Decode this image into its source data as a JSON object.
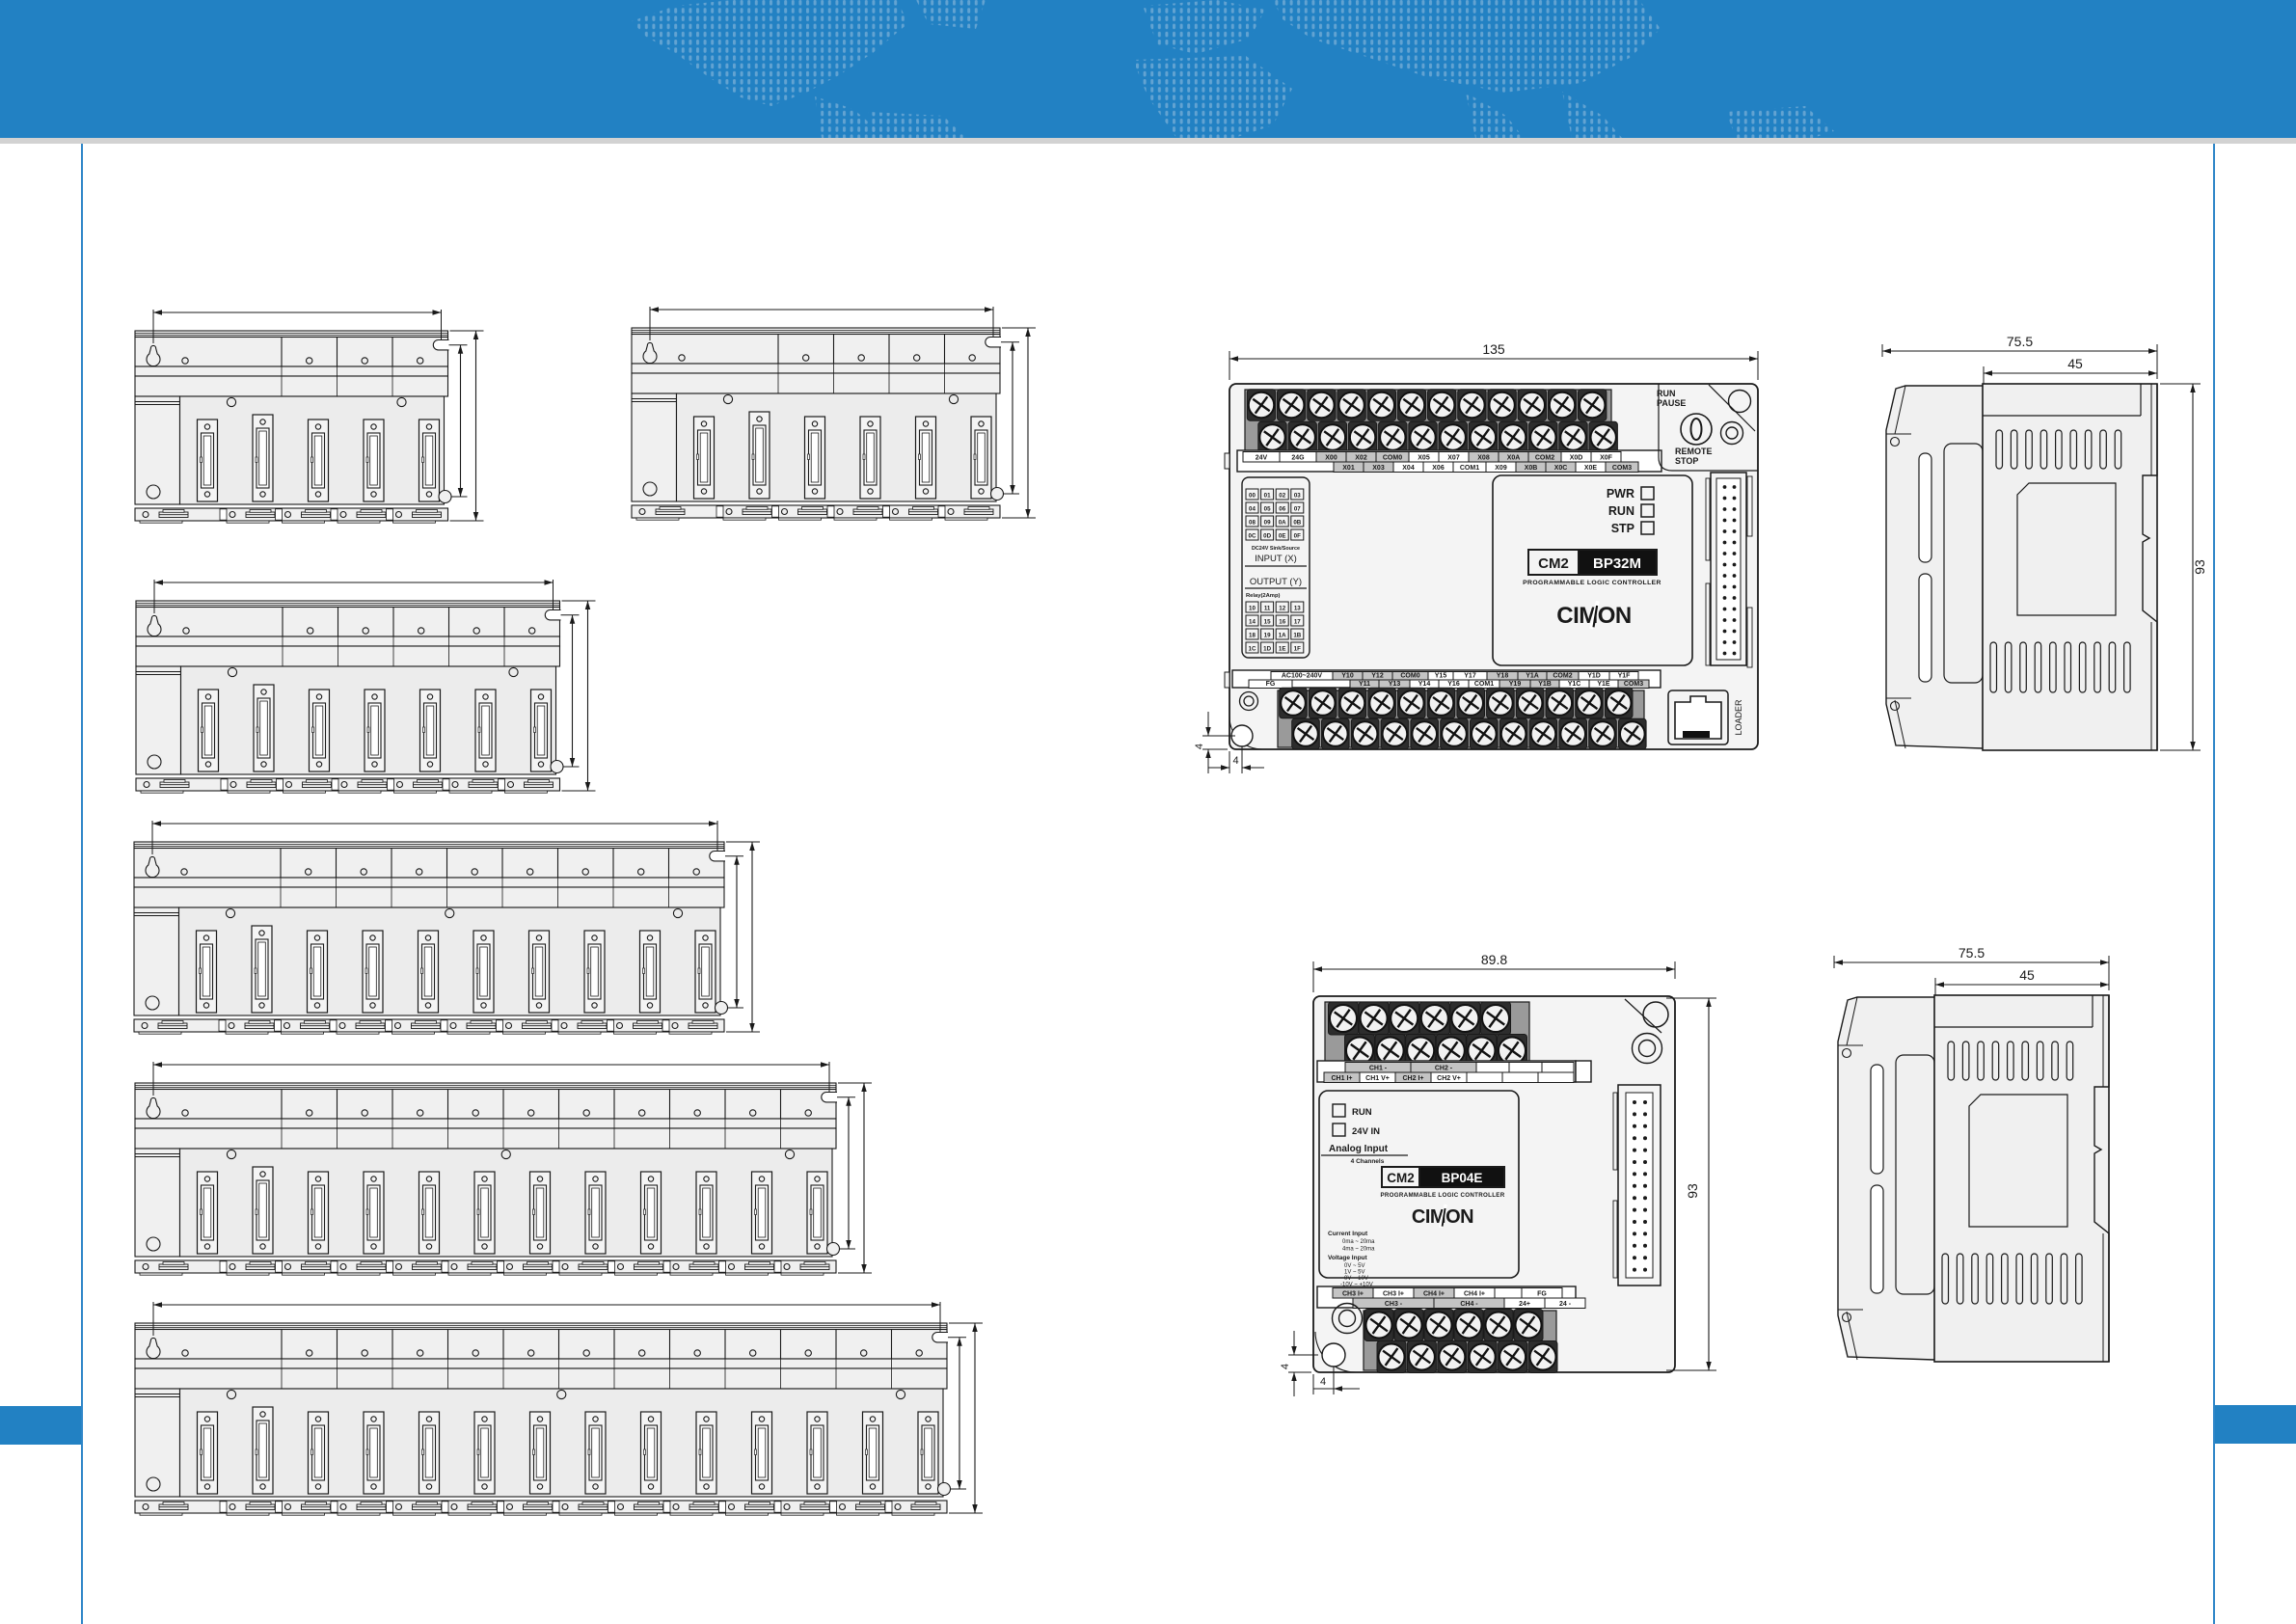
{
  "colors": {
    "header_blue": "#2281c3",
    "map_dot": "#69a7d4",
    "gray_strip": "#d2d2d2",
    "accent_line": "#2e86c8",
    "ink": "#1a1a1a",
    "body_fill": "#f0f0f0",
    "panel_fill": "#ececec"
  },
  "racks": [
    {
      "name": "base-unit-5-slot",
      "slots": 5
    },
    {
      "name": "base-unit-6-slot",
      "slots": 6
    },
    {
      "name": "base-unit-7-slot",
      "slots": 7
    },
    {
      "name": "base-unit-10-slot",
      "slots": 10
    },
    {
      "name": "base-unit-12-slot",
      "slots": 12
    },
    {
      "name": "base-unit-14-slot",
      "slots": 14
    }
  ],
  "bp32m": {
    "dim_width": "135",
    "dim_hole_v": "4",
    "dim_hole_h": "4",
    "switch_line1": "RUN",
    "switch_line2": "PAUSE",
    "stop_line1": "REMOTE",
    "stop_line2": "STOP",
    "led_labels": [
      "PWR",
      "RUN",
      "STP"
    ],
    "input_grid": [
      "00",
      "01",
      "02",
      "03",
      "04",
      "05",
      "06",
      "07",
      "08",
      "09",
      "0A",
      "0B",
      "0C",
      "0D",
      "0E",
      "0F"
    ],
    "input_note": "DC24V Sink/Source",
    "input_title": "INPUT (X)",
    "output_title": "OUTPUT (Y)",
    "output_note": "Relay(2Amp)",
    "output_grid": [
      "10",
      "11",
      "12",
      "13",
      "14",
      "15",
      "16",
      "17",
      "18",
      "19",
      "1A",
      "1B",
      "1C",
      "1D",
      "1E",
      "1F"
    ],
    "badge_series": "CM2",
    "badge_model": "BP32M",
    "badge_sub": "PROGRAMMABLE  LOGIC  CONTROLLER",
    "brand": "CIMON",
    "loader": "LOADER",
    "term_top_r1": [
      [
        "24V",
        0
      ],
      [
        "24G",
        0
      ],
      [
        "X00",
        1
      ],
      [
        "X02",
        1
      ],
      [
        "COM0",
        1
      ],
      [
        "X05",
        0
      ],
      [
        "X07",
        0
      ],
      [
        "X08",
        1
      ],
      [
        "X0A",
        1
      ],
      [
        "COM2",
        1
      ],
      [
        "X0D",
        0
      ],
      [
        "X0F",
        0
      ]
    ],
    "term_top_r2": [
      [
        "X01",
        1
      ],
      [
        "X03",
        1
      ],
      [
        "X04",
        0
      ],
      [
        "X06",
        0
      ],
      [
        "COM1",
        0
      ],
      [
        "X09",
        0
      ],
      [
        "X0B",
        1
      ],
      [
        "X0C",
        1
      ],
      [
        "X0E",
        0
      ],
      [
        "COM3",
        1
      ]
    ],
    "term_bot_r1": [
      [
        "AC100~240V",
        0
      ],
      [
        "Y10",
        1
      ],
      [
        "Y12",
        1
      ],
      [
        "COM0",
        1
      ],
      [
        "Y15",
        0
      ],
      [
        "Y17",
        0
      ],
      [
        "Y18",
        1
      ],
      [
        "Y1A",
        1
      ],
      [
        "COM2",
        1
      ],
      [
        "Y1D",
        0
      ],
      [
        "Y1F",
        0
      ]
    ],
    "term_bot_r2": [
      [
        "FG",
        0
      ],
      [
        "Y11",
        1
      ],
      [
        "Y13",
        1
      ],
      [
        "Y14",
        0
      ],
      [
        "Y16",
        0
      ],
      [
        "COM1",
        0
      ],
      [
        "Y19",
        1
      ],
      [
        "Y1B",
        1
      ],
      [
        "Y1C",
        0
      ],
      [
        "Y1E",
        0
      ],
      [
        "COM3",
        1
      ]
    ]
  },
  "bp32m_side": {
    "dim_total": "75.5",
    "dim_body": "45",
    "dim_height": "93"
  },
  "bp04e": {
    "dim_width": "89.8",
    "dim_height": "93",
    "dim_hole_v": "4",
    "dim_hole_h": "4",
    "led1": "RUN",
    "led2": "24V IN",
    "analog_title": "Analog Input",
    "analog_sub": "4 Channels",
    "badge_series": "CM2",
    "badge_model": "BP04E",
    "badge_sub": "PROGRAMMABLE  LOGIC  CONTROLLER",
    "brand": "CIMON",
    "current_title": "Current Input",
    "current_lines": [
      "0ma ~ 20ma",
      "4ma ~ 20ma"
    ],
    "voltage_title": "Voltage Input",
    "voltage_lines": [
      "0V ~ 5V",
      "1V ~ 5V",
      "0V ~ 10V",
      "-10V ~ +10V"
    ],
    "term_top_r1": [
      [
        "CH1 -",
        1
      ],
      [
        "CH2 -",
        1
      ]
    ],
    "term_top_r2": [
      [
        "CH1 I+",
        1
      ],
      [
        "CH1 V+",
        0
      ],
      [
        "CH2 I+",
        1
      ],
      [
        "CH2 V+",
        0
      ]
    ],
    "term_bot_r1": [
      [
        "CH3 I+",
        1
      ],
      [
        "CH3 I+",
        0
      ],
      [
        "CH4 I+",
        1
      ],
      [
        "CH4 I+",
        0
      ],
      [
        "FG",
        0
      ]
    ],
    "term_bot_r2": [
      [
        "CH3 -",
        1
      ],
      [
        "CH4 -",
        1
      ],
      [
        "24+",
        0
      ],
      [
        "24 -",
        0
      ]
    ]
  },
  "bp04e_side": {
    "dim_total": "75.5",
    "dim_body": "45"
  }
}
